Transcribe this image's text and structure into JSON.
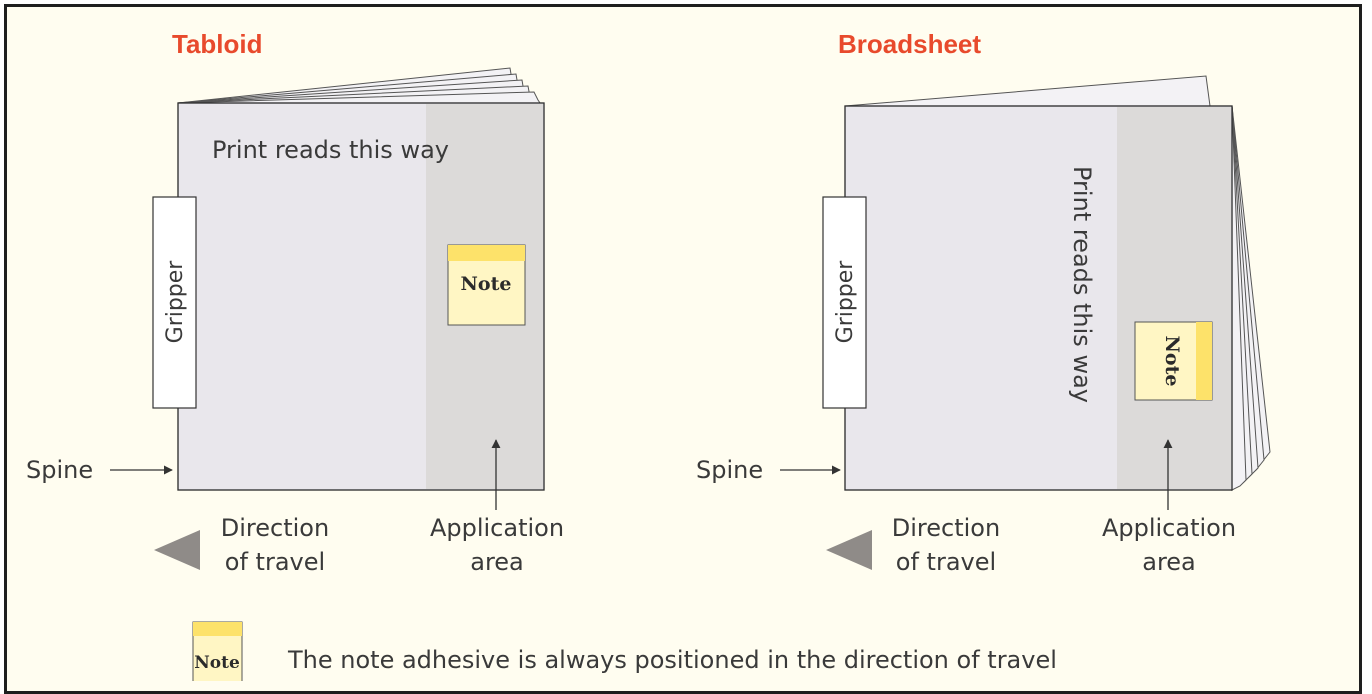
{
  "tabloid": {
    "title": "Tabloid",
    "print_direction": "Print reads this way",
    "note": "Note",
    "gripper": "Gripper",
    "spine": "Spine",
    "direction_line1": "Direction",
    "direction_line2": "of travel",
    "application_line1": "Application",
    "application_line2": "area"
  },
  "broadsheet": {
    "title": "Broadsheet",
    "print_direction": "Print reads this way",
    "note": "Note",
    "gripper": "Gripper",
    "spine": "Spine",
    "direction_line1": "Direction",
    "direction_line2": "of travel",
    "application_line1": "Application",
    "application_line2": "area"
  },
  "legend": {
    "note": "Note",
    "caption": "The note adhesive is always positioned in the direction of travel"
  },
  "colors": {
    "title": "#e84a2c",
    "page": "#e9e7ec",
    "application_area": "#dcdad9",
    "note_fill": "#fff6c4",
    "note_stripe": "#fde26a",
    "background": "#fffdf0",
    "arrow": "#8f8b88"
  }
}
